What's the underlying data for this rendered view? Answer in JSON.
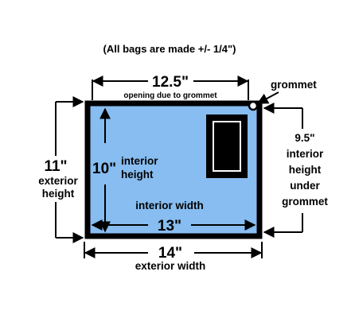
{
  "note": "(All bags are made +/- 1/4\")",
  "opening": {
    "value": "12.5\"",
    "caption": "opening due to grommet"
  },
  "grommet": {
    "label": "grommet"
  },
  "exterior_height": {
    "value": "11\"",
    "line1": "exterior",
    "line2": "height"
  },
  "interior_height": {
    "value": "10\"",
    "line1": "interior",
    "line2": "height"
  },
  "interior_width": {
    "caption": "interior width",
    "value": "13\""
  },
  "exterior_width": {
    "value": "14\"",
    "caption": "exterior width"
  },
  "under_grommet": {
    "value": "9.5\"",
    "line1": "interior",
    "line2": "height",
    "line3": "under",
    "line4": "grommet"
  },
  "colors": {
    "bag_fill": "#87bdf0",
    "outline": "#000000",
    "background": "#ffffff"
  }
}
